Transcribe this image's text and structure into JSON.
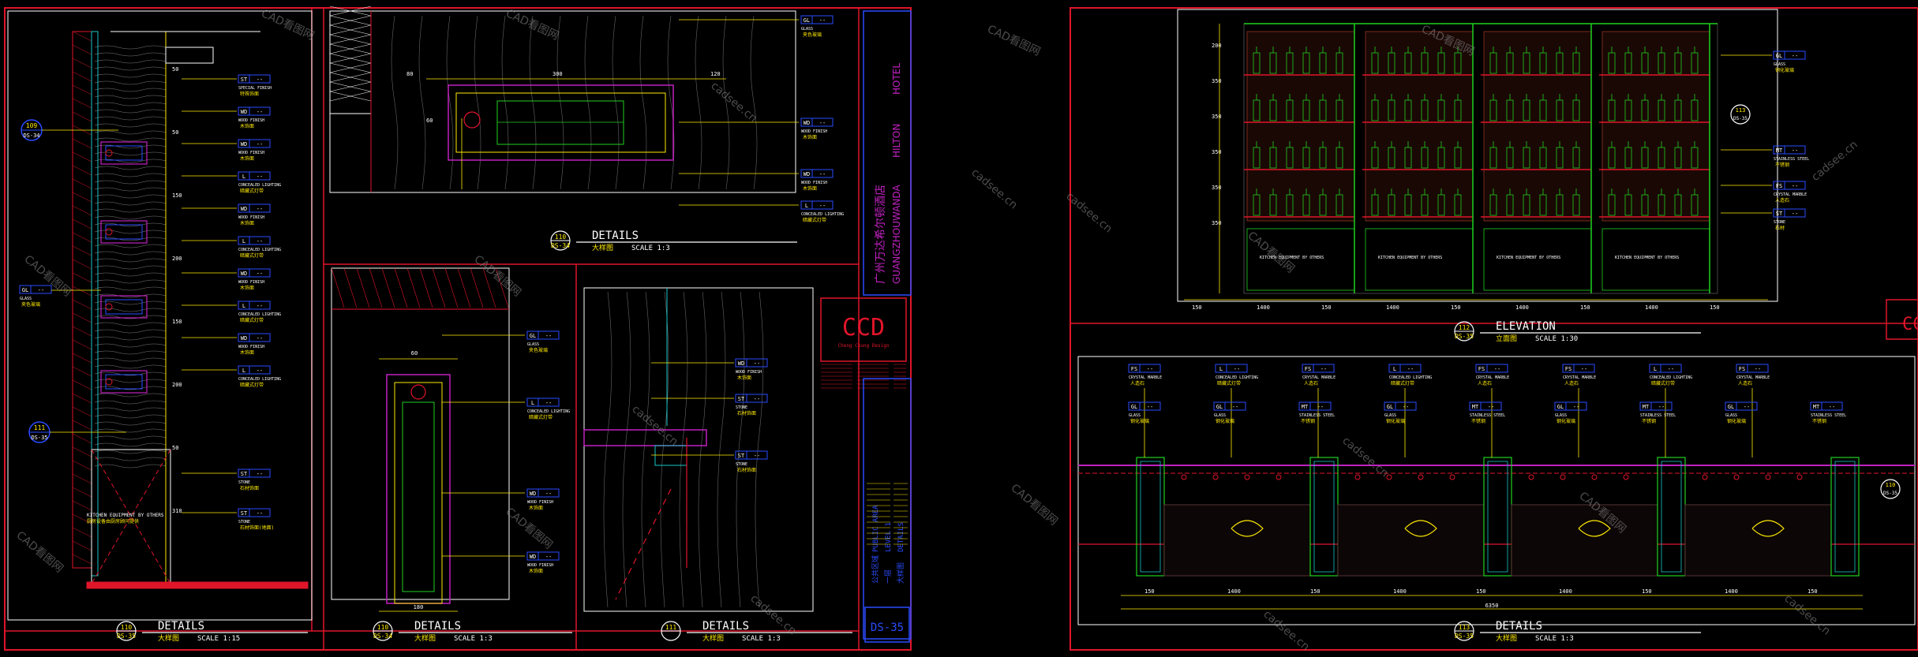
{
  "left_sheet": {
    "details": [
      {
        "id": "detail-a",
        "bubble": "110",
        "sheet": "DS-35",
        "title": "DETAILS",
        "cn": "大样图",
        "scale": "SCALE 1:15"
      },
      {
        "id": "detail-b",
        "bubble": "110",
        "sheet": "DS-34",
        "title": "DETAILS",
        "cn": "大样图",
        "scale": "SCALE 1:3"
      },
      {
        "id": "detail-c",
        "bubble": "110",
        "sheet": "DS-34",
        "title": "DETAILS",
        "cn": "大样图",
        "scale": "SCALE 1:3"
      },
      {
        "id": "detail-d",
        "bubble": "111",
        "sheet": "",
        "title": "DETAILS",
        "cn": "大样图",
        "scale": "SCALE 1:3"
      }
    ],
    "section_markers": [
      {
        "num": "109",
        "sheet": "DS-34"
      },
      {
        "num": "111",
        "sheet": "DS-35"
      }
    ],
    "tags_a": [
      {
        "code": "ST",
        "txt": "SPECIAL FINISH",
        "cn": "特殊饰面"
      },
      {
        "code": "WD",
        "txt": "WOOD FINISH",
        "cn": "木饰面"
      },
      {
        "code": "WD",
        "txt": "WOOD FINISH",
        "cn": "木饰面"
      },
      {
        "code": "L",
        "txt": "CONCEALED LIGHTING",
        "cn": "暗藏式灯带"
      },
      {
        "code": "WD",
        "txt": "WOOD FINISH",
        "cn": "木饰面"
      },
      {
        "code": "L",
        "txt": "CONCEALED LIGHTING",
        "cn": "暗藏式灯带"
      },
      {
        "code": "WD",
        "txt": "WOOD FINISH",
        "cn": "木饰面"
      },
      {
        "code": "L",
        "txt": "CONCEALED LIGHTING",
        "cn": "暗藏式灯带"
      },
      {
        "code": "WD",
        "txt": "WOOD FINISH",
        "cn": "木饰面"
      },
      {
        "code": "L",
        "txt": "CONCEALED LIGHTING",
        "cn": "暗藏式灯带"
      },
      {
        "code": "ST",
        "txt": "STONE",
        "cn": "石材饰面"
      },
      {
        "code": "ST",
        "txt": "STONE",
        "cn": "石材饰面(地面)"
      }
    ],
    "gl_left": {
      "code": "GL",
      "txt": "GLASS",
      "cn": "夹色玻璃"
    },
    "kitchen_note": "KITCHEN EQUIPMENT BY OTHERS",
    "kitchen_cn": "厨房设备由厨房顾问提供",
    "tags_b": [
      {
        "code": "GL",
        "txt": "GLASS",
        "cn": "夹色玻璃"
      },
      {
        "code": "WD",
        "txt": "WOOD FINISH",
        "cn": "木饰面"
      },
      {
        "code": "WD",
        "txt": "WOOD FINISH",
        "cn": "木饰面"
      },
      {
        "code": "L",
        "txt": "CONCEALED LIGHTING",
        "cn": "暗藏式灯带"
      }
    ],
    "tags_c": [
      {
        "code": "GL",
        "txt": "GLASS",
        "cn": "夹色玻璃"
      },
      {
        "code": "L",
        "txt": "CONCEALED LIGHTING",
        "cn": "暗藏式灯带"
      },
      {
        "code": "WD",
        "txt": "WOOD FINISH",
        "cn": "木饰面"
      },
      {
        "code": "WD",
        "txt": "WOOD FINISH",
        "cn": "木饰面"
      }
    ],
    "tags_d": [
      {
        "code": "WD",
        "txt": "WOOD FINISH",
        "cn": "木饰面"
      },
      {
        "code": "ST",
        "txt": "STONE",
        "cn": "石材饰面"
      },
      {
        "code": "ST",
        "txt": "STONE",
        "cn": "石材饰面"
      }
    ],
    "dims_b": [
      "80",
      "300",
      "120",
      "60"
    ],
    "dims_c": [
      "60",
      "180"
    ],
    "title_block": {
      "project_cn": "广州万达希尔顿酒店",
      "project_en1": "GUANGZHOU",
      "project_en2": "WANDA",
      "project_en3": "HILTON",
      "project_en4": "HOTEL",
      "logo": "CCD",
      "logo_sub": "Cheng Chung Design",
      "area": "PUBLIC AREA",
      "area_cn": "公共区域",
      "level": "LEVEL 1",
      "level_cn": "一层",
      "drawing": "DETAILS",
      "drawing_cn": "大样图",
      "sheet_no": "DS-35"
    }
  },
  "right_sheet": {
    "elevation": {
      "bubble": "112",
      "sheet": "DS-35",
      "title": "ELEVATION",
      "cn": "立面图",
      "scale": "SCALE 1:30"
    },
    "details": {
      "bubble": "113",
      "sheet": "DS-35",
      "title": "DETAILS",
      "cn": "大样图",
      "scale": "SCALE 1:3"
    },
    "elev_tags": [
      {
        "code": "GL",
        "txt": "GLASS",
        "cn": "钢化玻璃"
      },
      {
        "code": "MT",
        "txt": "STAINLESS STEEL",
        "cn": "不锈钢"
      },
      {
        "code": "FS",
        "txt": "CRYSTAL MARBLE",
        "cn": "人造石"
      },
      {
        "code": "ST",
        "txt": "STONE",
        "cn": "石材"
      }
    ],
    "elev_marker": {
      "num": "113",
      "sheet": "DS-35"
    },
    "kitchen_labels": [
      "KITCHEN EQUIPMENT BY OTHERS",
      "KITCHEN EQUIPMENT BY OTHERS",
      "KITCHEN EQUIPMENT BY OTHERS",
      "KITCHEN EQUIPMENT BY OTHERS"
    ],
    "elev_dims": [
      "150",
      "1400",
      "150",
      "1400",
      "150",
      "1400",
      "150",
      "1400",
      "150"
    ],
    "detail_top_tags": [
      {
        "code": "FS",
        "txt": "CRYSTAL MARBLE",
        "cn": "人造石"
      },
      {
        "code": "L",
        "txt": "CONCEALED LIGHTING",
        "cn": "暗藏式灯带"
      },
      {
        "code": "FS",
        "txt": "CRYSTAL MARBLE",
        "cn": "人造石"
      },
      {
        "code": "L",
        "txt": "CONCEALED LIGHTING",
        "cn": "暗藏式灯带"
      },
      {
        "code": "FS",
        "txt": "CRYSTAL MARBLE",
        "cn": "人造石"
      },
      {
        "code": "FS",
        "txt": "CRYSTAL MARBLE",
        "cn": "人造石"
      },
      {
        "code": "L",
        "txt": "CONCEALED LIGHTING",
        "cn": "暗藏式灯带"
      },
      {
        "code": "FS",
        "txt": "CRYSTAL MARBLE",
        "cn": "人造石"
      }
    ],
    "detail_mid_tags": [
      {
        "code": "GL",
        "txt": "GLASS",
        "cn": "钢化玻璃"
      },
      {
        "code": "GL",
        "txt": "GLASS",
        "cn": "钢化玻璃"
      },
      {
        "code": "MT",
        "txt": "STAINLESS STEEL",
        "cn": "不锈钢"
      },
      {
        "code": "GL",
        "txt": "GLASS",
        "cn": "钢化玻璃"
      },
      {
        "code": "MT",
        "txt": "STAINLESS STEEL",
        "cn": "不锈钢"
      },
      {
        "code": "GL",
        "txt": "GLASS",
        "cn": "钢化玻璃"
      },
      {
        "code": "MT",
        "txt": "STAINLESS STEEL",
        "cn": "不锈钢"
      },
      {
        "code": "GL",
        "txt": "GLASS",
        "cn": "钢化玻璃"
      },
      {
        "code": "MT",
        "txt": "STAINLESS STEEL",
        "cn": "不锈钢"
      }
    ],
    "detail_marker": {
      "num": "110",
      "sheet": "DS-35"
    },
    "detail_dims": [
      "150",
      "1400",
      "150",
      "1400",
      "150",
      "1400",
      "150",
      "1400",
      "150"
    ],
    "detail_total": "6350",
    "logo": "CCD"
  },
  "watermarks": [
    "CAD看图网",
    "cadsee.cn"
  ]
}
